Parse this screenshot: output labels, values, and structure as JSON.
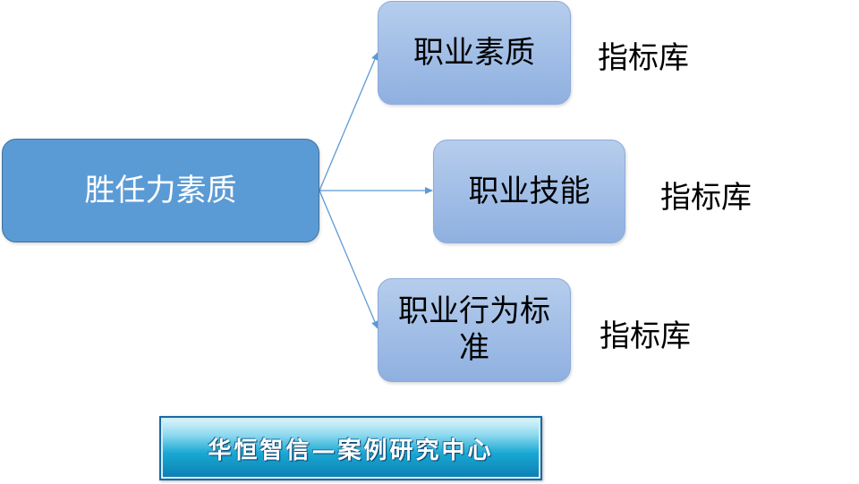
{
  "diagram": {
    "root": {
      "label": "胜任力素质"
    },
    "children": [
      {
        "label": "职业素质",
        "side_label": "指标库"
      },
      {
        "label": "职业技能",
        "side_label": "指标库"
      },
      {
        "label": "职业行为标准",
        "side_label": "指标库"
      }
    ]
  },
  "banner": {
    "text": "华恒智信—案例研究中心"
  },
  "colors": {
    "root_fill": "#5b9bd5",
    "child_fill": "#a0bde6",
    "connector": "#5b9bd5",
    "banner_fill": "#19a9d3"
  }
}
